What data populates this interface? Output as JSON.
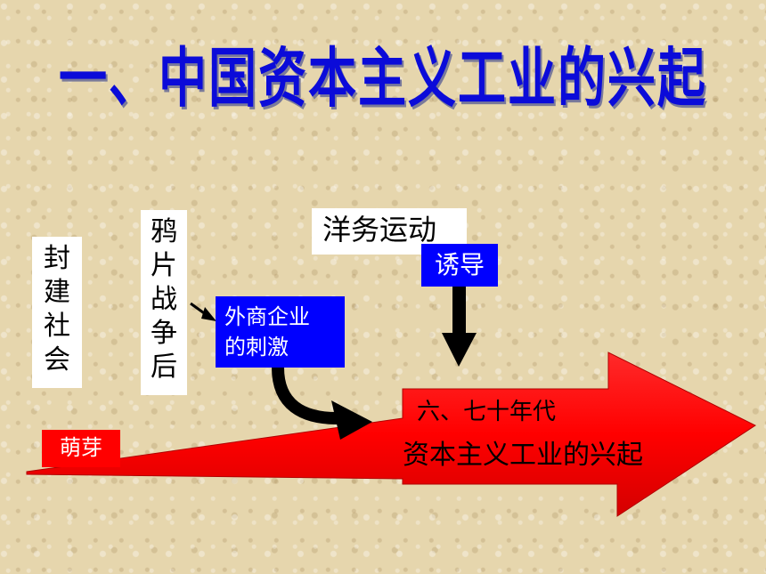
{
  "title": "一、中国资本主义工业的兴起",
  "boxes": {
    "fengjian": [
      "封",
      "建",
      "社",
      "会"
    ],
    "yapian": [
      "鸦",
      "片",
      "战",
      "争",
      "后"
    ],
    "yangwu": "洋务运动",
    "youdao": "诱导",
    "waishang_line1": "外商企业",
    "waishang_line2": "的刺激",
    "mengya": "萌芽"
  },
  "main_arrow": {
    "era": "六、七十年代",
    "rise": "资本主义工业的兴起"
  },
  "colors": {
    "title": "#0b0bd9",
    "arrow_fill": "#ff0000",
    "blue_box": "#0000ff",
    "background": "#e6d6ad"
  }
}
